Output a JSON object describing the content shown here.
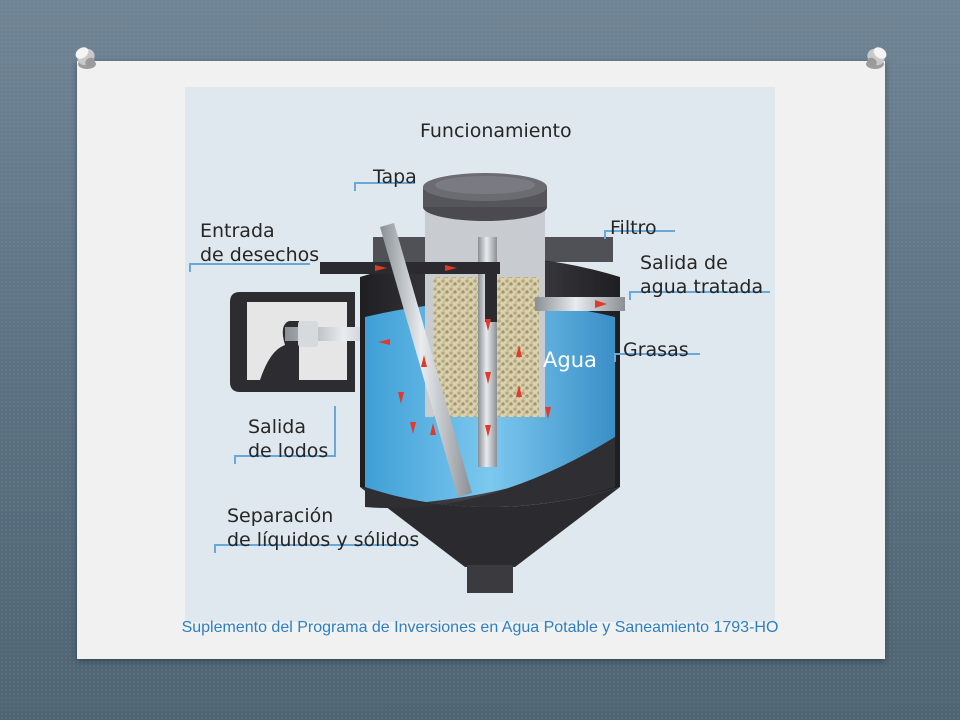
{
  "diagram": {
    "title": "Funcionamiento",
    "labels": {
      "tapa": "Tapa",
      "entrada_line1": "Entrada",
      "entrada_line2": "de desechos",
      "filtro": "Filtro",
      "salida_agua_line1": "Salida de",
      "salida_agua_line2": "agua tratada",
      "agua": "Agua",
      "grasas": "Grasas",
      "salida_lodos_line1": "Salida",
      "salida_lodos_line2": "de lodos",
      "separacion_line1": "Separación",
      "separacion_line2": "de líquidos y sólidos"
    }
  },
  "caption": "Suplemento del Programa de Inversiones en Agua Potable y Saneamiento 1793-HO",
  "colors": {
    "slide_bg": "#f1f1f1",
    "figure_bg": "#dfe8ee",
    "water": "#5fb6e6",
    "tank_dark": "#2f2f33",
    "arrow_red": "#e03a2a",
    "caption": "#2c7fc4"
  }
}
